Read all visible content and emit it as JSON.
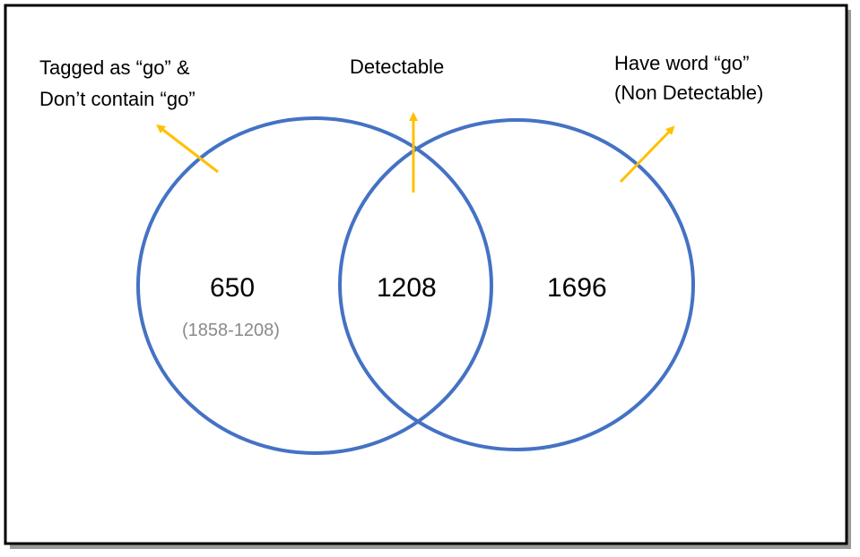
{
  "labels": {
    "left_line1": "Tagged as “go” &",
    "left_line2": "Don’t contain “go”",
    "center": "Detectable",
    "right_line1": "Have word “go”",
    "right_line2": "(Non Detectable)"
  },
  "regions": {
    "left_value": "650",
    "left_formula": "(1858-1208)",
    "overlap_value": "1208",
    "right_value": "1696"
  },
  "colors": {
    "circle": "#4472c4",
    "arrow": "#ffc000",
    "border": "#000000",
    "formula_text": "#8a8a8a"
  }
}
